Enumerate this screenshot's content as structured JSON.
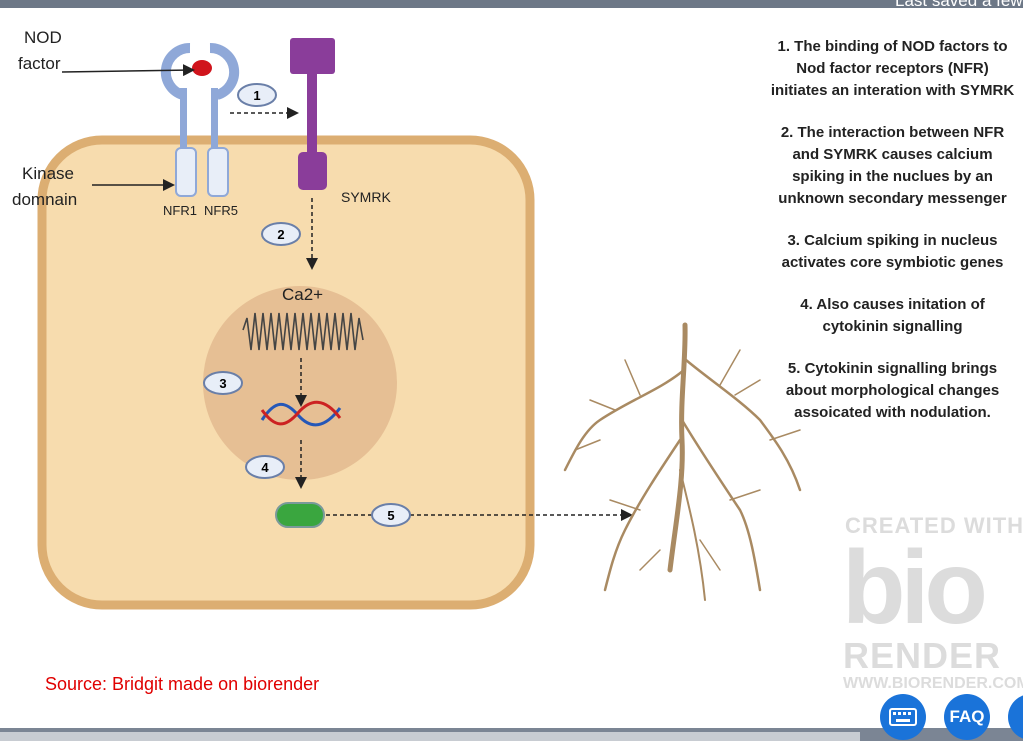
{
  "header": {
    "last_saved": "Last saved a few"
  },
  "diagram": {
    "labels": {
      "nod_factor_line1": "NOD",
      "nod_factor_line2": "factor",
      "kinase_line1": "Kinase",
      "kinase_line2": "domnain",
      "nfr1": "NFR1",
      "nfr5": "NFR5",
      "symrk": "SYMRK",
      "calcium": "Ca2+"
    },
    "step_badges": [
      "1",
      "2",
      "3",
      "4",
      "5"
    ],
    "colors": {
      "cell_fill": "#f7dcae",
      "cell_stroke": "#dcae72",
      "nucleus": "#e6bf94",
      "receptor": "#8fa8d8",
      "symrk": "#8a3d9a",
      "nod": "#d0141c",
      "gene_product": "#3aa63f"
    }
  },
  "steps": [
    "1. The binding of NOD factors to\nNod factor receptors (NFR)\ninitiates an interation with SYMRK",
    "2. The interaction between NFR\nand SYMRK causes calcium\nspiking in the nuclues by an\nunknown secondary messenger",
    "3. Calcium spiking in nucleus\nactivates core symbiotic genes",
    "4. Also causes initation of\ncytokinin signalling",
    "5. Cytokinin signalling brings\nabout morphological changes\nassoicated with nodulation."
  ],
  "source": "Source: Bridgit made on biorender",
  "watermark": {
    "line1": "CREATED WITH",
    "logo": "bio",
    "line2": "RENDER",
    "line3": "WWW.BIORENDER.COM"
  },
  "buttons": {
    "keyboard_icon": "keyboard-icon",
    "faq": "FAQ"
  }
}
